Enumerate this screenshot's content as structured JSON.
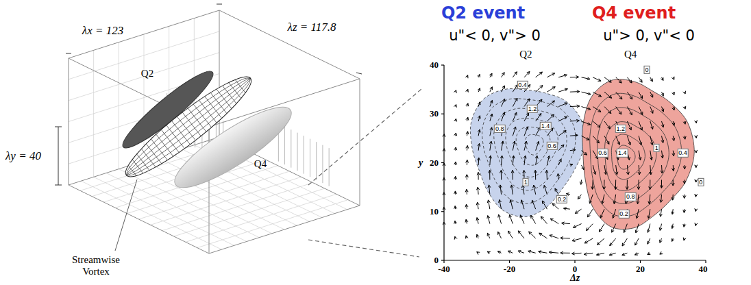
{
  "diagram": {
    "labels": [
      "Q2 event",
      "Q4 event",
      "u\"< 0, v\"> 0",
      "u\"> 0, v\"< 0",
      "λx = 123",
      "λz = 117.8",
      "λy = 40",
      "Q2",
      "Q4",
      "Streamwise Vortex",
      "Q2",
      "Q4",
      "40",
      "30",
      "20",
      "10",
      "0",
      "-40",
      "-20",
      "0",
      "20",
      "40",
      "y",
      "Δz",
      "0.4",
      "1.2",
      "0.8",
      "1.4",
      "0.6",
      "1",
      "0.2",
      "1.2",
      "0.6",
      "1.4",
      "1",
      "0.4",
      "0.8",
      "0.2",
      "0",
      "0"
    ]
  }
}
